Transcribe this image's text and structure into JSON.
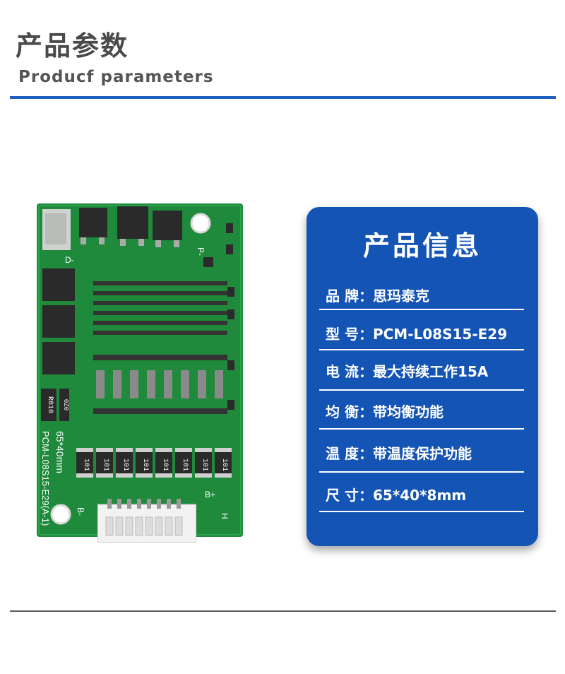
{
  "header": {
    "title_cn": "产品参数",
    "title_en": "Producf  parameters"
  },
  "colors": {
    "accent_blue": "#1f5fbf",
    "card_blue": "#1454b4",
    "pcb_green": "#1f8a3c"
  },
  "product_image": {
    "silk_model": "PCM-L08S15-E29(A-1)",
    "silk_size": "65*40mm",
    "silk_resistor": "R010",
    "silk_resistor2": "0Z0",
    "silk_d_minus": "D-",
    "silk_p_minus": "P-",
    "silk_b_minus": "B-",
    "silk_b_plus": "B+",
    "silk_h": "H",
    "resistor_label": "101"
  },
  "info_card": {
    "title": "产品信息",
    "rows": [
      {
        "text": "品  牌：思玛泰克"
      },
      {
        "text": "型  号：PCM-L08S15-E29"
      },
      {
        "text": "电    流：最大持续工作15A"
      },
      {
        "text": "均    衡：带均衡功能"
      },
      {
        "text": "温  度：带温度保护功能"
      },
      {
        "text": "尺    寸：65*40*8mm"
      }
    ]
  }
}
